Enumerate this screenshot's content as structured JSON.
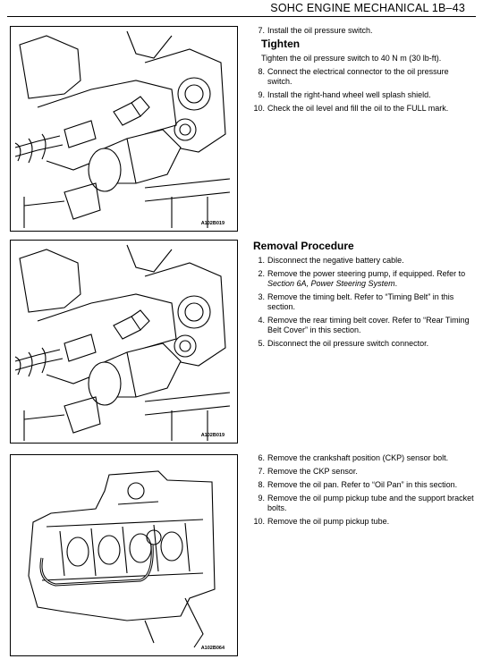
{
  "header": {
    "title": "SOHC ENGINE MECHANICAL 1B–43"
  },
  "figures": [
    {
      "code": "A102B019"
    },
    {
      "code": "A102B019"
    },
    {
      "code": "A102B064"
    }
  ],
  "section1": {
    "steps": [
      {
        "num": "7.",
        "text": "Install the oil pressure switch."
      }
    ],
    "tighten_heading": "Tighten",
    "tighten_text": "Tighten the oil pressure switch to 40 N m (30 lb-ft).",
    "steps2": [
      {
        "num": "8.",
        "text": "Connect the electrical connector to the oil pressure switch."
      },
      {
        "num": "9.",
        "text": "Install the right-hand wheel well splash shield."
      },
      {
        "num": "10.",
        "text": "Check the oil level and fill the oil to the FULL mark."
      }
    ]
  },
  "section2": {
    "heading": "Removal Procedure",
    "step1": {
      "num": "1.",
      "text": "Disconnect the negative battery cable."
    },
    "step2": {
      "num": "2.",
      "pre": "Remove the power steering pump, if equipped. Refer to ",
      "ref": "Section 6A, Power Steering System",
      "post": "."
    },
    "step3": {
      "num": "3.",
      "text": "Remove the timing belt. Refer to “Timing Belt” in this section."
    },
    "step4": {
      "num": "4.",
      "text": "Remove the rear timing belt cover. Refer to “Rear Timing Belt Cover” in this section."
    },
    "step5": {
      "num": "5.",
      "text": "Disconnect the oil pressure switch connector."
    }
  },
  "section3": {
    "steps": [
      {
        "num": "6.",
        "text": "Remove the crankshaft position (CKP) sensor bolt."
      },
      {
        "num": "7.",
        "text": "Remove the CKP sensor."
      },
      {
        "num": "8.",
        "text": "Remove the oil pan. Refer to “Oil Pan” in this section."
      },
      {
        "num": "9.",
        "text": "Remove the oil pump pickup tube and the support bracket bolts."
      },
      {
        "num": "10.",
        "text": "Remove the oil pump pickup tube."
      }
    ]
  }
}
